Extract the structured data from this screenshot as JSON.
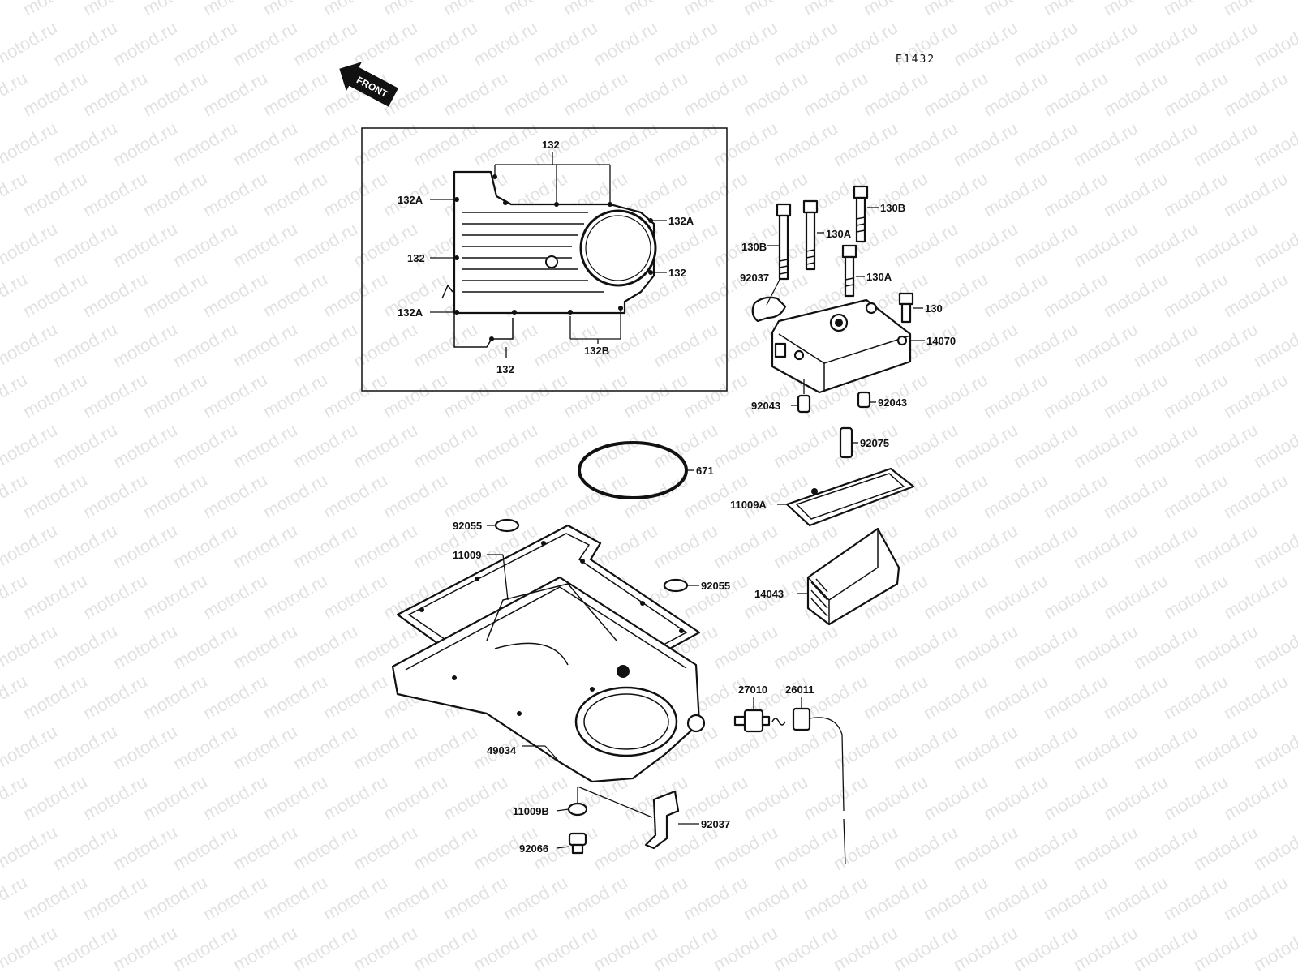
{
  "watermark": "motod.ru",
  "diagram_code": "E1432",
  "front_arrow": "FRONT",
  "labels": {
    "inset_132_top": "132",
    "inset_132A_left_top": "132A",
    "inset_132A_right": "132A",
    "inset_132_left": "132",
    "inset_132_right": "132",
    "inset_132A_left_bottom": "132A",
    "inset_132_bottom": "132",
    "inset_132B": "132B",
    "p130B_top": "130B",
    "p130B_left": "130B",
    "p130A_top": "130A",
    "p130A_right": "130A",
    "p92037_top": "92037",
    "p130": "130",
    "p14070": "14070",
    "p92043_left": "92043",
    "p92043_right": "92043",
    "p92075": "92075",
    "p671": "671",
    "p11009A": "11009A",
    "p92055_left": "92055",
    "p11009": "11009",
    "p92055_right": "92055",
    "p14043": "14043",
    "p27010": "27010",
    "p26011": "26011",
    "p49034": "49034",
    "p11009B": "11009B",
    "p92037_bottom": "92037",
    "p92066": "92066"
  }
}
